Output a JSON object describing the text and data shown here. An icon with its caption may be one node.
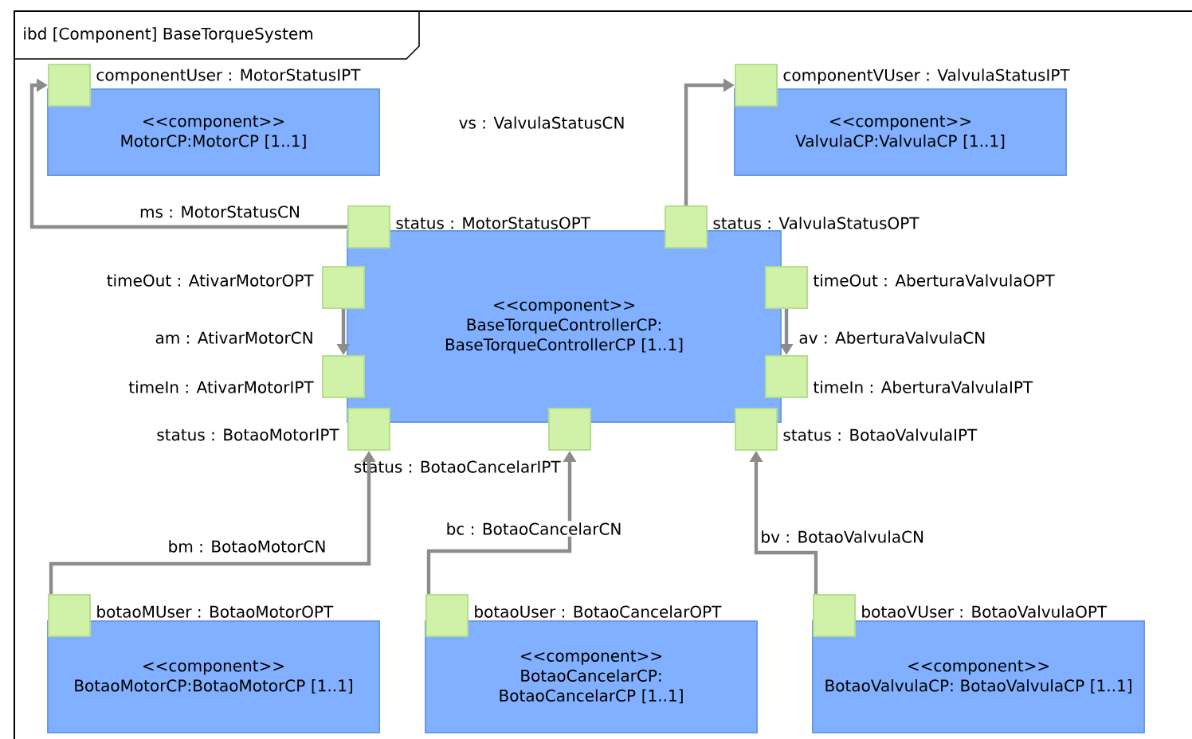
{
  "diagram": {
    "nodes": [
      {
        "text": [
          "ibd [Component] BaseTorqueSystem"
        ]
      },
      {
        "text": [
          "<<component>>",
          "MotorCP:MotorCP [1..1]"
        ],
        "in": 0
      },
      {
        "text": [
          "<<component>>",
          "ValvulaCP:ValvulaCP [1..1]"
        ],
        "in": 0
      },
      {
        "text": [
          "<<component>>",
          "BaseTorqueControllerCP: BaseTorqueControllerCP [1..1]"
        ],
        "in": 0
      },
      {
        "text": [
          "<<component>>",
          "BotaoMotorCP:BotaoMotorCP [1..1]"
        ],
        "in": 0
      },
      {
        "text": [
          "<<component>>",
          "BotaoCancelarCP: BotaoCancelarCP [1..1]"
        ],
        "in": 0
      },
      {
        "text": [
          "<<component>>",
          "BotaoValvulaCP: BotaoValvulaCP [1..1]"
        ],
        "in": 0
      },
      {
        "text": [],
        "shape": "box",
        "beside": [
          "componentUser : MotorStatusIPT"
        ],
        "in": 0
      },
      {
        "text": [],
        "shape": "box",
        "beside": [
          "componentVUser : ValvulaStatusIPT"
        ],
        "in": 0
      },
      {
        "text": [],
        "shape": "box",
        "beside": [
          "status : MotorStatusOPT"
        ],
        "in": 0
      },
      {
        "text": [],
        "shape": "box",
        "beside": [
          "status : ValvulaStatusOPT"
        ],
        "in": 0
      },
      {
        "text": [],
        "shape": "box",
        "beside": [
          "timeOut : AtivarMotorOPT"
        ],
        "in": 0
      },
      {
        "text": [],
        "shape": "box",
        "beside": [
          "timeIn : AtivarMotorIPT"
        ],
        "in": 0
      },
      {
        "text": [],
        "shape": "box",
        "beside": [
          "timeOut : AberturaValvulaOPT"
        ],
        "in": 0
      },
      {
        "text": [],
        "shape": "box",
        "beside": [
          "timeIn : AberturaValvulaIPT"
        ],
        "in": 0
      },
      {
        "text": [],
        "shape": "box",
        "beside": [
          "status : BotaoMotorIPT"
        ],
        "in": 0
      },
      {
        "text": [],
        "shape": "box",
        "beside": [
          "status : BotaoCancelarIPT"
        ],
        "in": 0
      },
      {
        "text": [],
        "shape": "box",
        "beside": [
          "status : BotaoValvulaIPT"
        ],
        "in": 0
      },
      {
        "text": [],
        "shape": "box",
        "beside": [
          "botaoMUser : BotaoMotorOPT"
        ],
        "in": 0
      },
      {
        "text": [],
        "shape": "box",
        "beside": [
          "botaoUser : BotaoCancelarOPT"
        ],
        "in": 0
      },
      {
        "text": [],
        "shape": "box",
        "beside": [
          "botaoVUser : BotaoValvulaOPT"
        ],
        "in": 0
      }
    ],
    "edges": [
      {
        "from": 9,
        "to": 7,
        "arrow": "to",
        "label": "ms : MotorStatusCN"
      },
      {
        "from": 10,
        "to": 8,
        "arrow": "to",
        "label": "vs : ValvulaStatusCN"
      },
      {
        "from": 11,
        "to": 12,
        "arrow": "to",
        "label": "am : AtivarMotorCN"
      },
      {
        "from": 13,
        "to": 14,
        "arrow": "to",
        "label": "av : AberturaValvulaCN"
      },
      {
        "from": 18,
        "to": 15,
        "arrow": "to",
        "label": "bm : BotaoMotorCN"
      },
      {
        "from": 19,
        "to": 16,
        "arrow": "to",
        "label": "bc : BotaoCancelarCN"
      },
      {
        "from": 20,
        "to": 17,
        "arrow": "to",
        "label": "bv : BotaoValvulaCN"
      }
    ]
  }
}
